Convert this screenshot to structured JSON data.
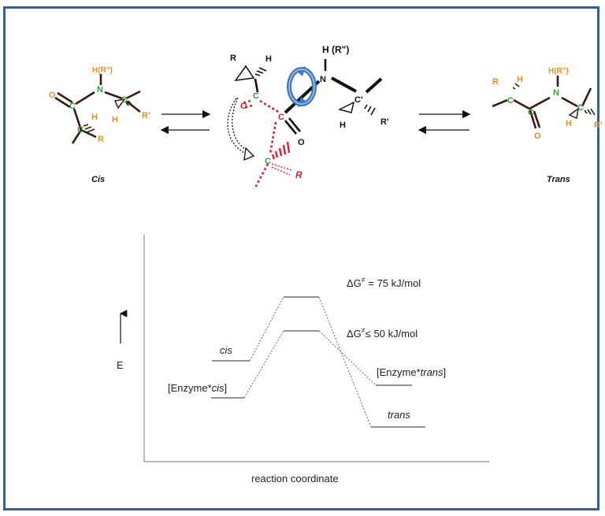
{
  "molecules": {
    "cis_label": "Cis",
    "trans_label": "Trans"
  },
  "atoms": {
    "O": "O",
    "C": "C",
    "N": "N",
    "H": "H",
    "R": "R",
    "R_prime": "R'",
    "C_prime": "C'",
    "H_R2": "H(R\")",
    "H_R2_bold": "H (R\")"
  },
  "energy_diagram": {
    "y_axis_label": "E",
    "x_axis_label": "reaction coordinate",
    "states": {
      "cis": "cis",
      "enzyme_cis_prefix": "[Enzyme*",
      "enzyme_cis_italic": "cis",
      "enzyme_cis_suffix": "]",
      "enzyme_trans_prefix": "[Enzyme*",
      "enzyme_trans_italic": "trans",
      "enzyme_trans_suffix": "]",
      "trans": "trans"
    },
    "barriers": {
      "uncatalyzed_prefix": "ΔG",
      "uncatalyzed_sup": "≠",
      "uncatalyzed_value": " = 75 kJ/mol",
      "catalyzed_prefix": "ΔG",
      "catalyzed_sup": "≠",
      "catalyzed_value": "≤  50 kJ/mol"
    }
  },
  "colors": {
    "frame": "#3a5f8f",
    "orange": "#e8901c",
    "green": "#2aa43a",
    "red": "#e0202c",
    "bond": "#3a1a10",
    "rotation_arrow": "#3c7ac8"
  }
}
